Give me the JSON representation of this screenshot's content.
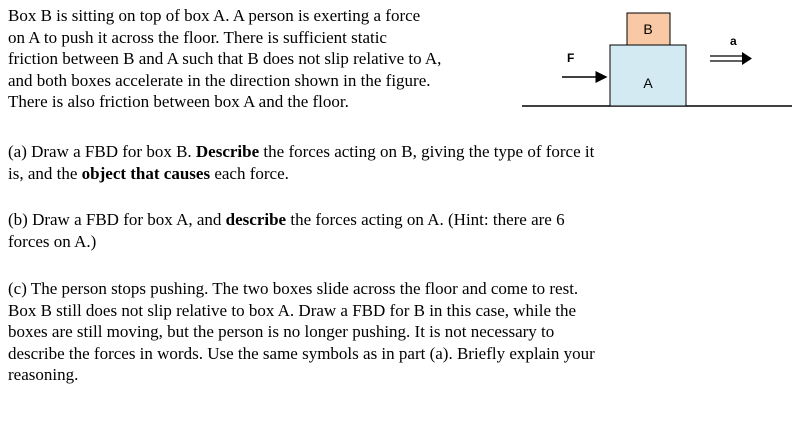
{
  "intro": {
    "lines": [
      "Box B is sitting on top of box A.  A person is exerting a force",
      "on A to push it across the floor.  There is sufficient static",
      "friction between B and A such that B does not slip relative to A,",
      "and both boxes accelerate in the direction shown in the figure.",
      "There is also friction between box A and the floor."
    ]
  },
  "figure": {
    "box_b_label": "B",
    "box_a_label": "A",
    "force_label": "F",
    "accel_label": "a",
    "box_b_color": "#f9c9a6",
    "box_a_color": "#d4eaf3"
  },
  "part_a": {
    "l1_start": "(a) Draw a FBD for box B.  ",
    "l1_bold1": "Describe",
    "l1_mid": " the forces acting on B, giving the type of force it",
    "l2_start": "is, and the ",
    "l2_bold": "object that causes",
    "l2_end": " each force."
  },
  "part_b": {
    "l1_start": "(b) Draw a FBD for box A, and ",
    "l1_bold": "describe",
    "l1_end": " the forces acting on A.  (Hint:  there are 6",
    "l2": "forces on A.)"
  },
  "part_c": {
    "lines": [
      "(c) The person stops pushing.  The two boxes slide across the floor and come to rest.",
      "Box B still does not slip relative to box A.  Draw a FBD for B in this case, while the",
      "boxes are still moving, but the person is no longer pushing.  It is not necessary to",
      "describe the forces in words.  Use the same symbols as in part (a).  Briefly explain your",
      "reasoning."
    ]
  }
}
